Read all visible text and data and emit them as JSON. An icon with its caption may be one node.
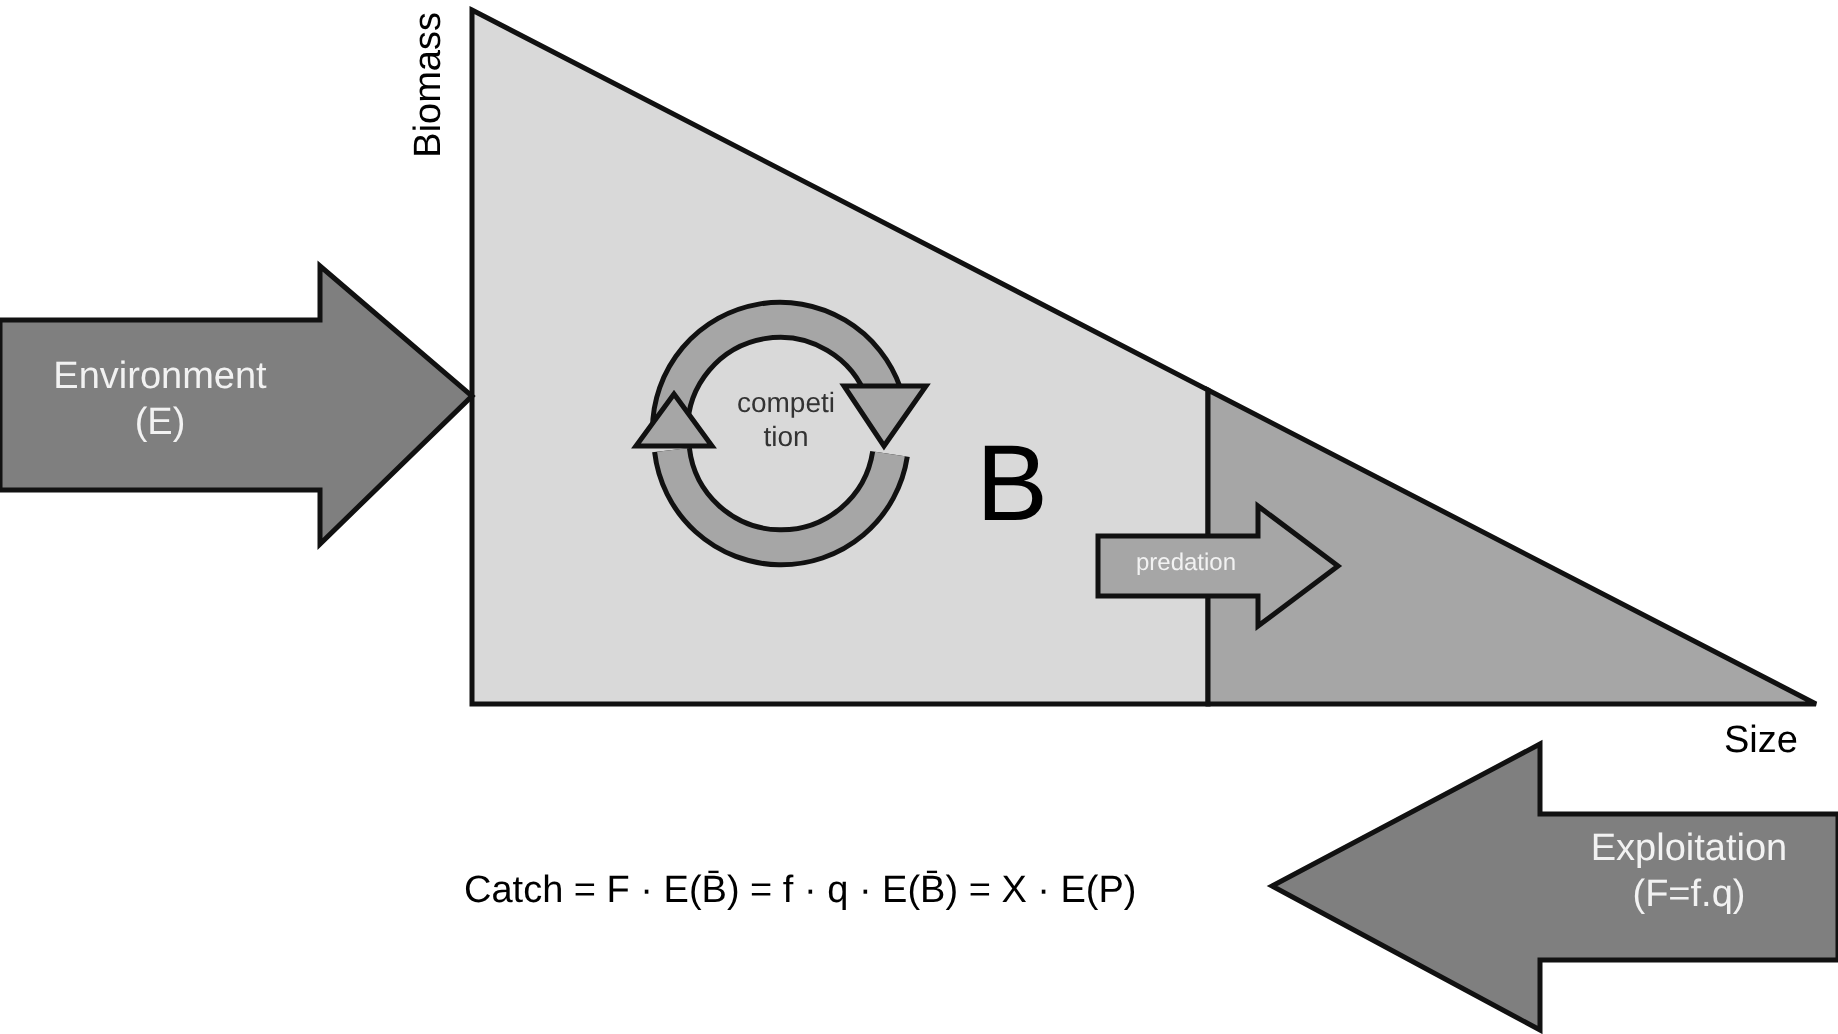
{
  "diagram": {
    "nodes": [
      {
        "text": [
          "B"
        ]
      },
      {
        "text": [],
        "shape": "triangle"
      },
      {
        "text": [
          "competi tion"
        ],
        "in": 0
      },
      {
        "text": [
          "predation"
        ]
      },
      {
        "text": [
          "Environment (E)"
        ]
      },
      {
        "text": [
          "Exploitation (F=f.q)"
        ]
      }
    ],
    "labels": [
      "Biomass",
      "Size",
      "Catch = F · E(B̄) = f · q · E(B̄) = X · E(P)"
    ]
  }
}
